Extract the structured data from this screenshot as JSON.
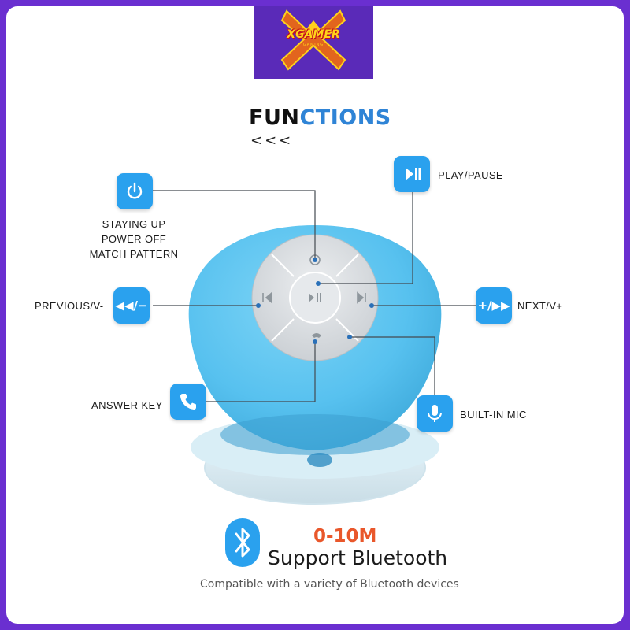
{
  "brand": {
    "name": "XGAMER",
    "tagline": "GAMING"
  },
  "title": {
    "part1": "FUN",
    "part2": "CTIONS",
    "arrows": "<<<"
  },
  "labels": {
    "power_line1": "STAYING UP",
    "power_line2": "POWER OFF",
    "power_line3": "MATCH PATTERN",
    "play_pause": "PLAY/PAUSE",
    "previous": "PREVIOUS/V-",
    "next": "NEXT/V+",
    "answer_key": "ANSWER KEY",
    "built_in_mic": "BUILT-IN MIC"
  },
  "icons": {
    "power": "power-icon",
    "play_pause": "play-pause-icon",
    "previous": "rewind-minus-icon",
    "previous_text": "◀◀/−",
    "next": "plus-fast-forward-icon",
    "next_text": "+/▶▶",
    "answer": "phone-icon",
    "mic": "microphone-icon",
    "bluetooth": "bluetooth-icon"
  },
  "bluetooth": {
    "range": "0-10M",
    "support": "Support Bluetooth",
    "compatibility": "Compatible with a variety of Bluetooth devices"
  },
  "colors": {
    "frame": "#6a2fd0",
    "accent_blue": "#2aa1ee",
    "speaker_body": "#5bc6f2",
    "range_orange": "#e9572b"
  }
}
